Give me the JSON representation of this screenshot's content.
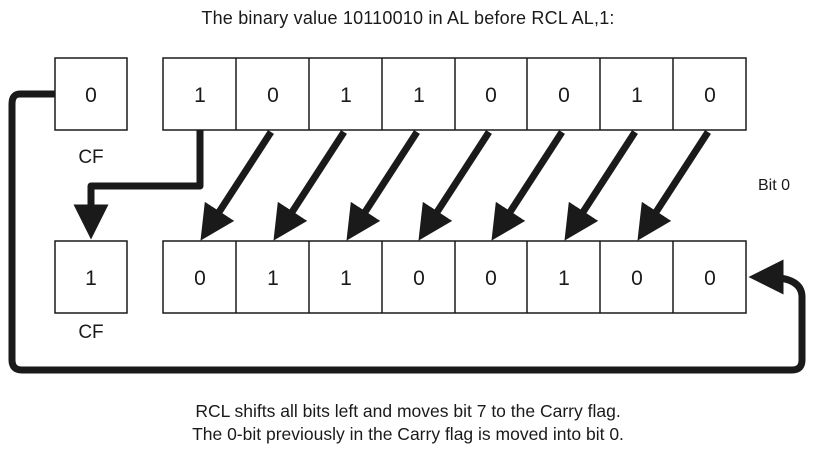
{
  "title": "The binary value 10110010 in AL before RCL AL,1:",
  "before": {
    "cf_value": "0",
    "cf_label": "CF",
    "bits": [
      "1",
      "0",
      "1",
      "1",
      "0",
      "0",
      "1",
      "0"
    ]
  },
  "after": {
    "cf_value": "1",
    "cf_label": "CF",
    "bits": [
      "0",
      "1",
      "1",
      "0",
      "0",
      "1",
      "0",
      "0"
    ]
  },
  "bit0_label": "Bit 0",
  "caption": {
    "line1": "RCL shifts all bits left and moves bit 7 to the Carry flag.",
    "line2": "The 0-bit previously in the Carry flag is moved into bit 0."
  },
  "colors": {
    "stroke": "#1a1a1a",
    "fill": "#ffffff"
  }
}
